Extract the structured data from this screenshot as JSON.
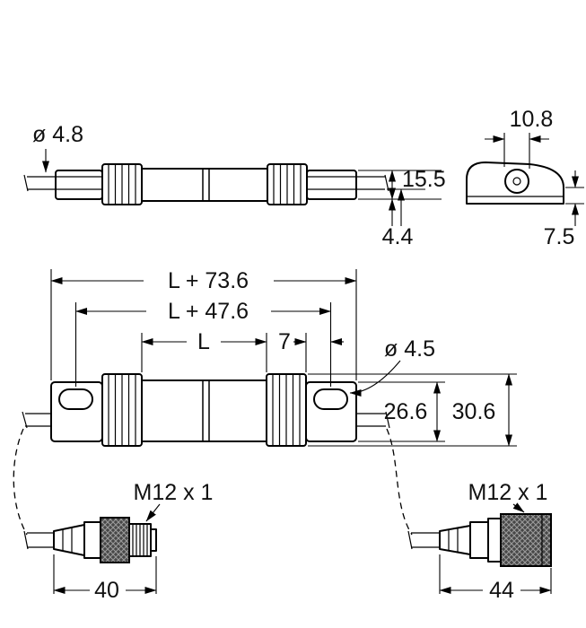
{
  "top_view": {
    "cable_diameter": "ø 4.8",
    "body_height": "15.5",
    "cable_offset": "4.4"
  },
  "end_view": {
    "hole_width": "10.8",
    "edge_height": "7.5"
  },
  "main_view": {
    "overall_length": "L + 73.6",
    "slot_spacing": "L + 47.6",
    "active_length": "L",
    "slot_offset": "7",
    "hole_diameter": "ø 4.5",
    "body_height": "26.6",
    "overall_height": "30.6"
  },
  "connectors": {
    "left": {
      "thread": "M12 x 1",
      "length": "40"
    },
    "right": {
      "thread": "M12 x 1",
      "length": "44"
    }
  },
  "colors": {
    "line": "#000000",
    "background": "#ffffff",
    "knurl_dark": "#474747",
    "knurl_light": "#9a9a9a"
  }
}
